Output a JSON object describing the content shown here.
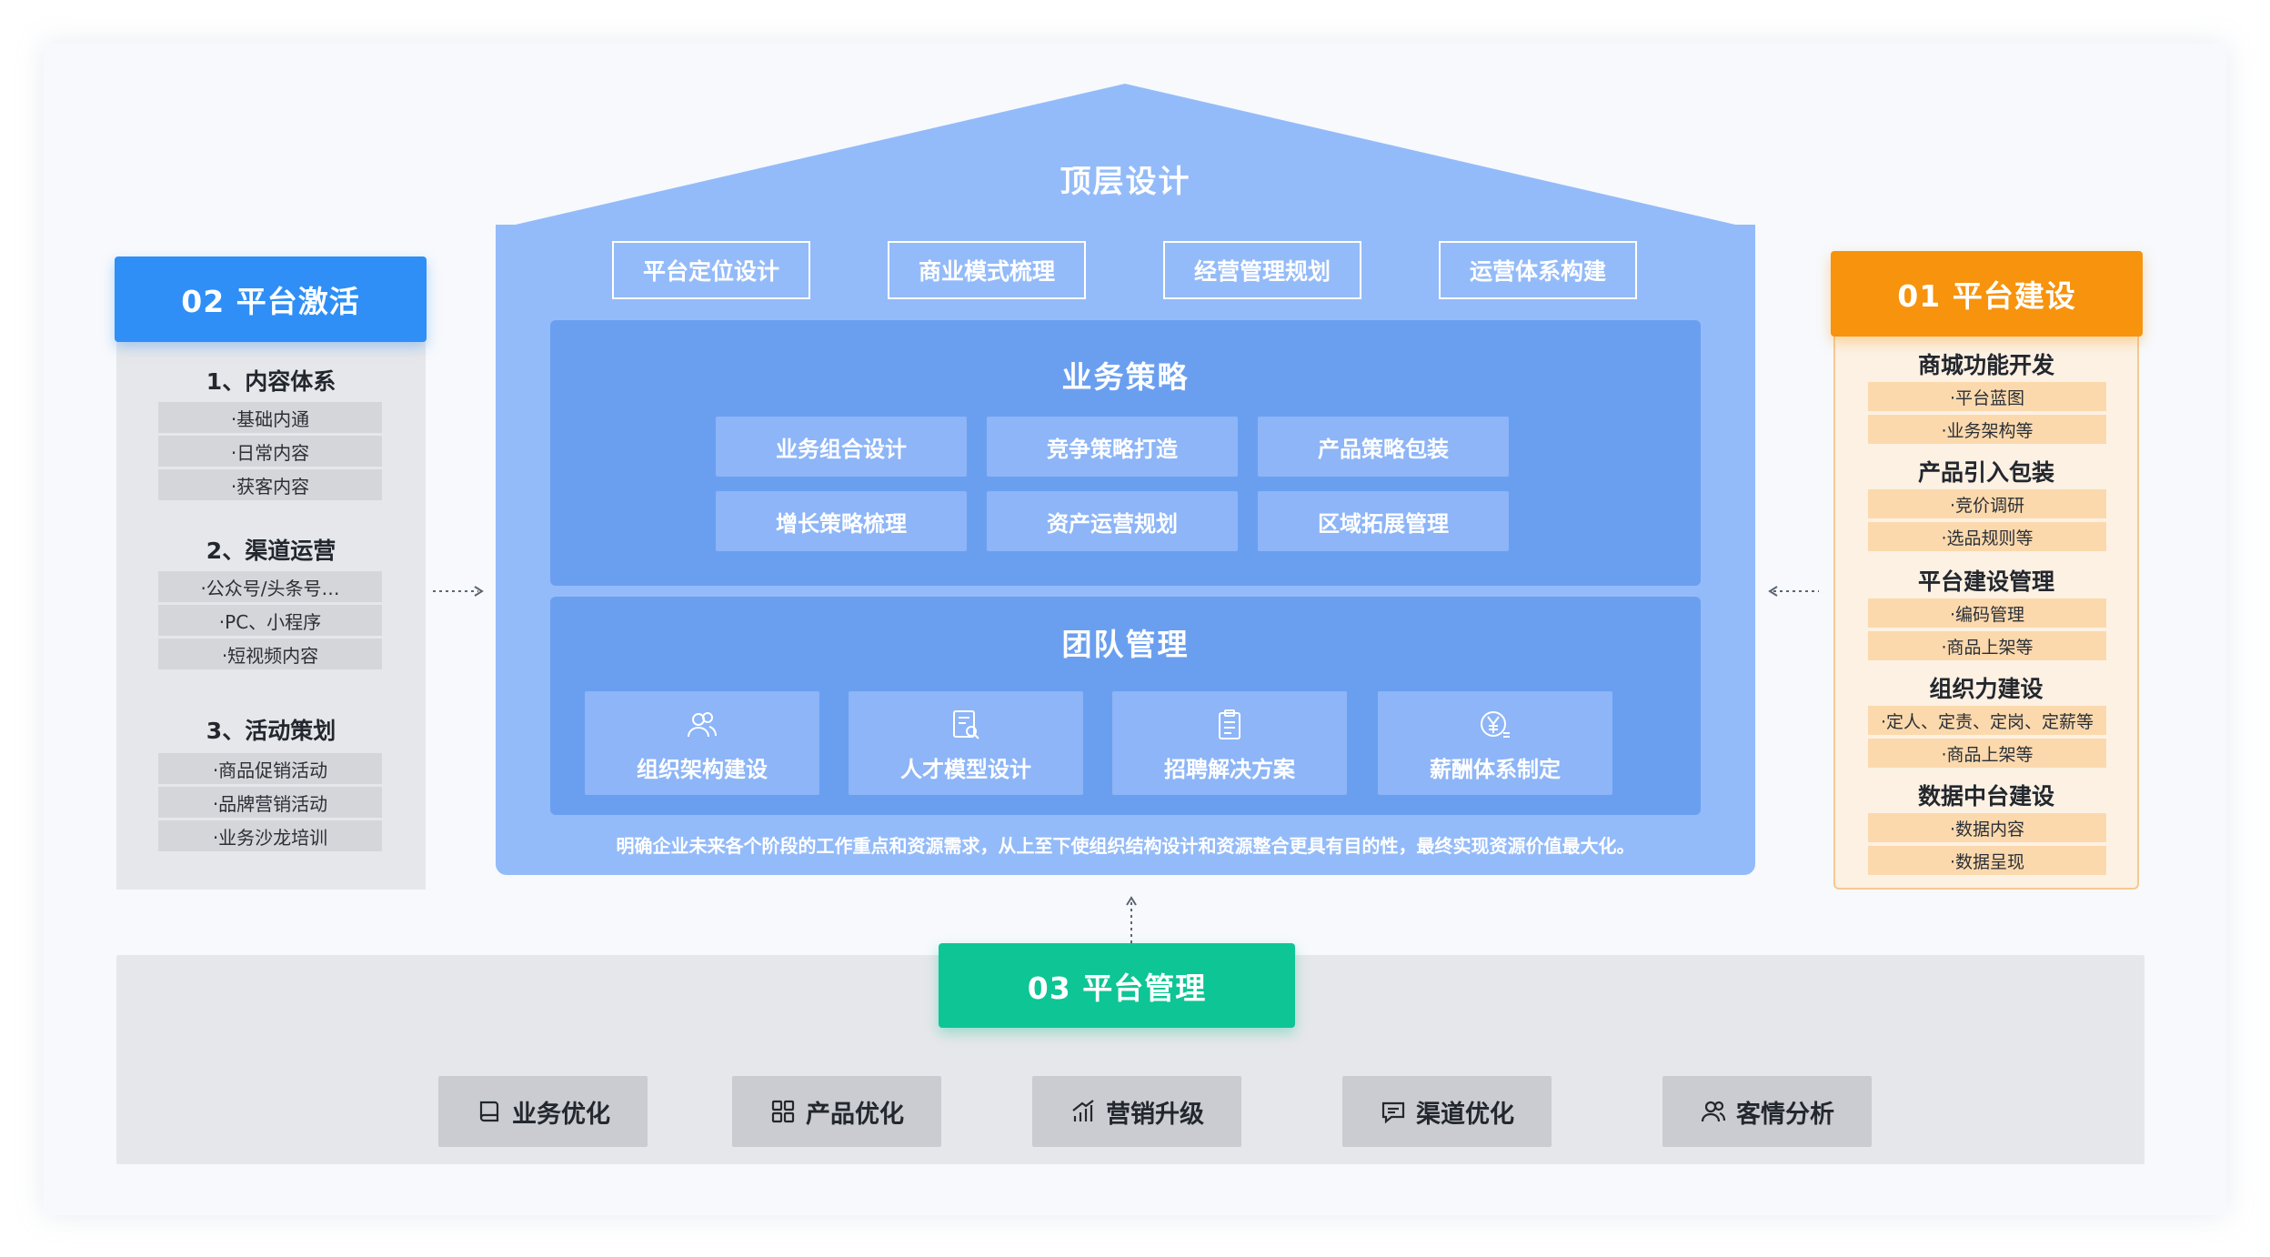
{
  "house": {
    "title": "顶层设计",
    "top_boxes": [
      "平台定位设计",
      "商业模式梳理",
      "经营管理规划",
      "运营体系构建"
    ],
    "strategy": {
      "title": "业务策略",
      "items": [
        "业务组合设计",
        "竞争策略打造",
        "产品策略包装",
        "增长策略梳理",
        "资产运营规划",
        "区域拓展管理"
      ]
    },
    "team": {
      "title": "团队管理",
      "items": [
        {
          "label": "组织架构建设",
          "icon": "users-icon"
        },
        {
          "label": "人才模型设计",
          "icon": "document-search-icon"
        },
        {
          "label": "招聘解决方案",
          "icon": "clipboard-icon"
        },
        {
          "label": "薪酬体系制定",
          "icon": "yen-coin-icon"
        }
      ]
    },
    "note": "明确企业未来各个阶段的工作重点和资源需求，从上至下使组织结构设计和资源整合更具有目的性，最终实现资源价值最大化。"
  },
  "left": {
    "header": "02 平台激活",
    "sections": [
      {
        "title": "1、内容体系",
        "items": [
          "·基础内通",
          "·日常内容",
          "·获客内容"
        ]
      },
      {
        "title": "2、渠道运营",
        "items": [
          "·公众号/头条号…",
          "·PC、小程序",
          "·短视频内容"
        ]
      },
      {
        "title": "3、活动策划",
        "items": [
          "·商品促销活动",
          "·品牌营销活动",
          "·业务沙龙培训"
        ]
      }
    ]
  },
  "right": {
    "header": "01 平台建设",
    "sections": [
      {
        "title": "商城功能开发",
        "items": [
          "·平台蓝图",
          "·业务架构等"
        ]
      },
      {
        "title": "产品引入包装",
        "items": [
          "·竞价调研",
          "·选品规则等"
        ]
      },
      {
        "title": "平台建设管理",
        "items": [
          "·编码管理",
          "·商品上架等"
        ]
      },
      {
        "title": "组织力建设",
        "items": [
          "·定人、定责、定岗、定薪等",
          "·商品上架等"
        ]
      },
      {
        "title": "数据中台建设",
        "items": [
          "·数据内容",
          "·数据呈现"
        ]
      }
    ]
  },
  "bottom": {
    "header": "03 平台管理",
    "buttons": [
      {
        "label": "业务优化",
        "icon": "book-icon"
      },
      {
        "label": "产品优化",
        "icon": "grid-icon"
      },
      {
        "label": "营销升级",
        "icon": "chart-up-icon"
      },
      {
        "label": "渠道优化",
        "icon": "message-icon"
      },
      {
        "label": "客情分析",
        "icon": "users-icon"
      }
    ]
  },
  "colors": {
    "house": "#94bbf9",
    "panel": "#6a9ff0",
    "chip": "#8db5f7",
    "blue": "#2f8ff6",
    "orange": "#f7930c",
    "green": "#0ec595"
  }
}
